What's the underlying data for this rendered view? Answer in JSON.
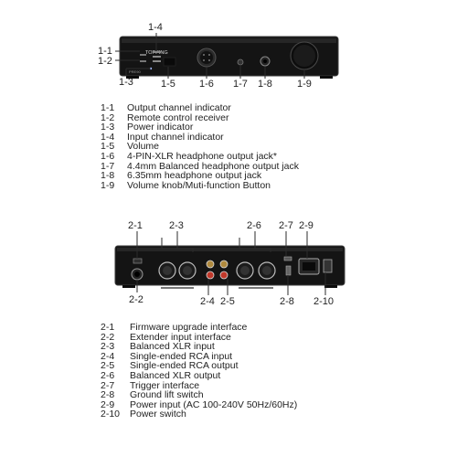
{
  "front_panel": {
    "brand": "TOPPING",
    "model_text": "PRE90",
    "callouts": {
      "c1_1": "1-1",
      "c1_2": "1-2",
      "c1_3": "1-3",
      "c1_4": "1-4",
      "c1_5": "1-5",
      "c1_6": "1-6",
      "c1_7": "1-7",
      "c1_8": "1-8",
      "c1_9": "1-9"
    },
    "legend": [
      {
        "num": "1-1",
        "label": "Output channel indicator"
      },
      {
        "num": "1-2",
        "label": "Remote control receiver"
      },
      {
        "num": "1-3",
        "label": "Power indicator"
      },
      {
        "num": "1-4",
        "label": "Input channel indicator"
      },
      {
        "num": "1-5",
        "label": "Volume"
      },
      {
        "num": "1-6",
        "label": "4-PIN-XLR headphone output jack*"
      },
      {
        "num": "1-7",
        "label": "4.4mm Balanced headphone output jack"
      },
      {
        "num": "1-8",
        "label": "6.35mm headphone output jack"
      },
      {
        "num": "1-9",
        "label": "Volume knob/Muti-function Button"
      }
    ]
  },
  "rear_panel": {
    "callouts": {
      "c2_1": "2-1",
      "c2_2": "2-2",
      "c2_3": "2-3",
      "c2_4": "2-4",
      "c2_5": "2-5",
      "c2_6": "2-6",
      "c2_7": "2-7",
      "c2_8": "2-8",
      "c2_9": "2-9",
      "c2_10": "2-10"
    },
    "legend": [
      {
        "num": "2-1",
        "label": "Firmware upgrade interface"
      },
      {
        "num": "2-2",
        "label": "Extender input interface"
      },
      {
        "num": "2-3",
        "label": "Balanced XLR input"
      },
      {
        "num": "2-4",
        "label": "Single-ended RCA input"
      },
      {
        "num": "2-5",
        "label": "Single-ended RCA output"
      },
      {
        "num": "2-6",
        "label": "Balanced XLR output"
      },
      {
        "num": "2-7",
        "label": "Trigger interface"
      },
      {
        "num": "2-8",
        "label": "Ground lift switch"
      },
      {
        "num": "2-9",
        "label": "Power input (AC 100-240V 50Hz/60Hz)"
      },
      {
        "num": "2-10",
        "label": "Power switch"
      }
    ]
  },
  "colors": {
    "chassis": "#141414",
    "chassis_edge": "#3a3a3a",
    "text": "#222222",
    "connector_gold": "#b08a3e",
    "rca_red": "#c0392b",
    "display_blue": "#cfd8ff"
  }
}
